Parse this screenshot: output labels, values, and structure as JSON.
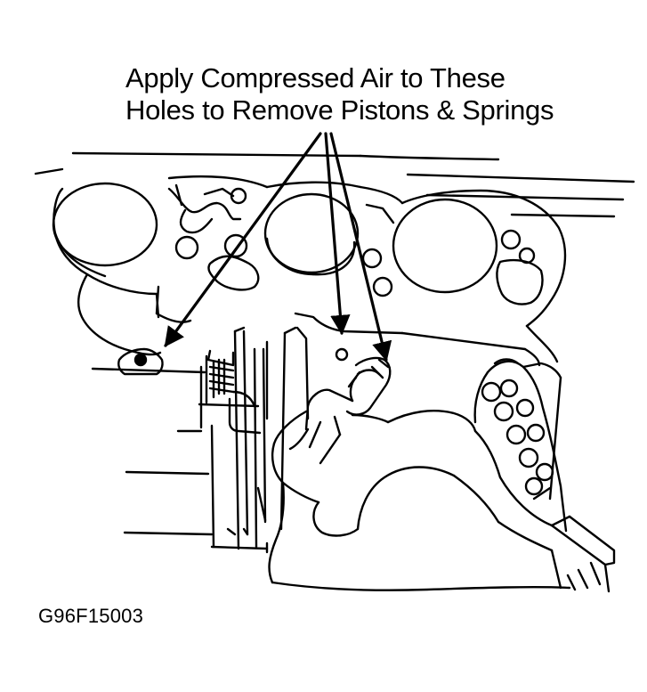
{
  "callout": {
    "line1": "Apply Compressed Air to These",
    "line2": "Holes to Remove Pistons & Springs"
  },
  "figure_id": "G96F15003",
  "colors": {
    "ink": "#000000",
    "paper": "#ffffff"
  }
}
